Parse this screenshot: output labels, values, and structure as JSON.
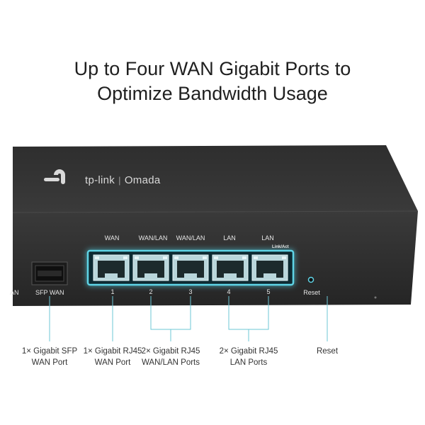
{
  "headline": {
    "line1": "Up to Four WAN Gigabit Ports to",
    "line2": "Optimize Bandwidth Usage"
  },
  "device": {
    "brand_left": "tp-link",
    "brand_right": "Omada",
    "left_edge_label": "AN",
    "sfp_label": "SFP WAN",
    "port_headers": [
      "WAN",
      "WAN/LAN",
      "WAN/LAN",
      "LAN",
      "LAN"
    ],
    "link_act_label": "Link/Act",
    "port_numbers": [
      "1",
      "2",
      "3",
      "4",
      "5"
    ],
    "reset_label": "Reset",
    "highlight_color": "#5fd4e6",
    "body_color": "#2b2b2b"
  },
  "callouts": {
    "sfp": [
      "1× Gigabit SFP",
      "WAN Port"
    ],
    "wan": [
      "1× Gigabit RJ45",
      "WAN Port"
    ],
    "wanlan": [
      "2× Gigabit RJ45",
      "WAN/LAN Ports"
    ],
    "lan": [
      "2× Gigabit RJ45",
      "LAN Ports"
    ],
    "reset": [
      "Reset"
    ]
  }
}
